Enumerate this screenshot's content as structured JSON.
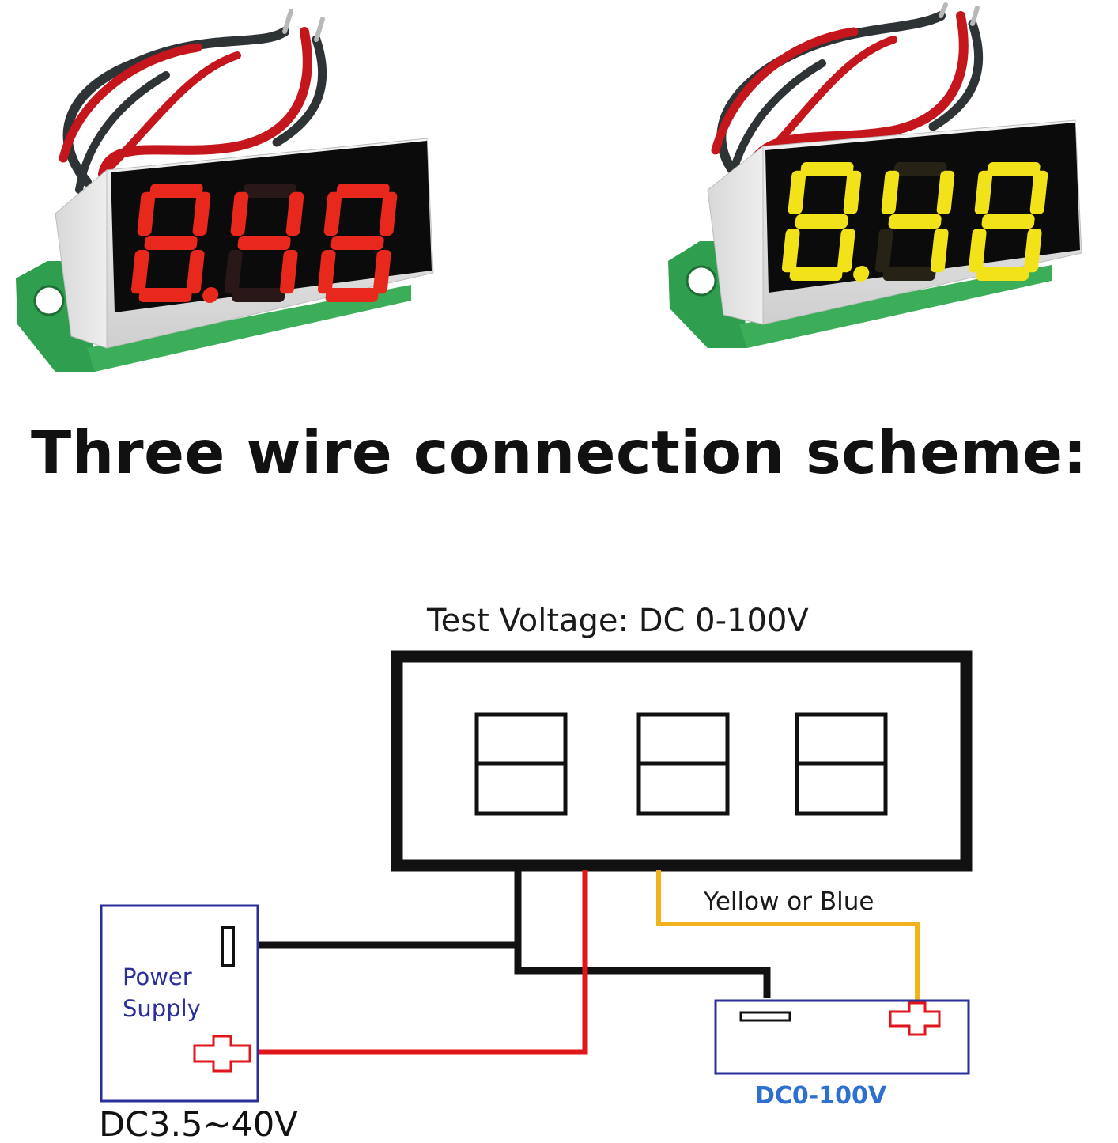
{
  "headline": "Three wire connection scheme:",
  "products": [
    {
      "display_text": "8.48",
      "segment_color": "#e8281c",
      "unlit_color": "#2a1818"
    },
    {
      "display_text": "8.48",
      "segment_color": "#f2e21a",
      "unlit_color": "#262316"
    }
  ],
  "diagram": {
    "test_voltage_label": "Test Voltage: DC 0-100V",
    "signal_wire_label": "Yellow or Blue",
    "power_supply_label_line1": "Power",
    "power_supply_label_line2": "Supply",
    "power_supply_range": "DC3.5~40V",
    "measured_source_range": "DC0-100V",
    "wire_colors": {
      "black": "#111111",
      "red": "#e0161b",
      "yellow": "#f2b21c"
    },
    "blue_box_color": "#2a2f9a"
  }
}
